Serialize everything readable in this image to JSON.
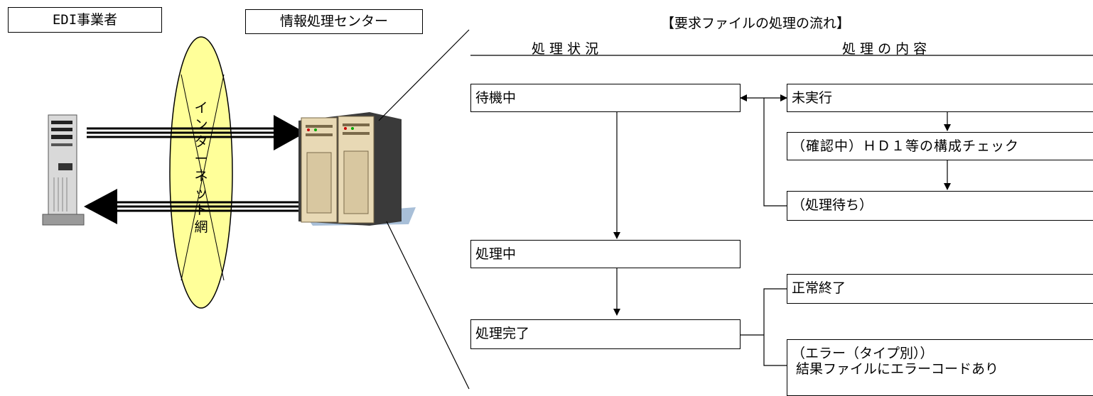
{
  "labels": {
    "edi_operator": "EDI事業者",
    "info_center": "情報処理センター",
    "flow_title": "【要求ファイルの処理の流れ】",
    "status_header": "処 理 状 況",
    "content_header": "処 理 の 内 容",
    "network": [
      "イ",
      "ン",
      "タ",
      "ー",
      "ネ",
      "ッ",
      "ト",
      "網"
    ]
  },
  "status": {
    "waiting": "待機中",
    "processing": "処理中",
    "completed": "処理完了"
  },
  "content": {
    "not_executed": "未実行",
    "checking": "（確認中）ＨＤ１等の構成チェック",
    "pending": "（処理待ち）",
    "normal_end": "正常終了",
    "error_line1": "（エラー（タイプ別））",
    "error_line2": "結果ファイルにエラーコードあり"
  },
  "colors": {
    "network_fill": "#ffff99",
    "pc_body": "#d9d9d9",
    "server_body": "#e8d9b5",
    "server_shadow": "#a8bfd8"
  },
  "icons": {
    "client": "desktop-pc-icon",
    "server": "server-rack-icon"
  }
}
